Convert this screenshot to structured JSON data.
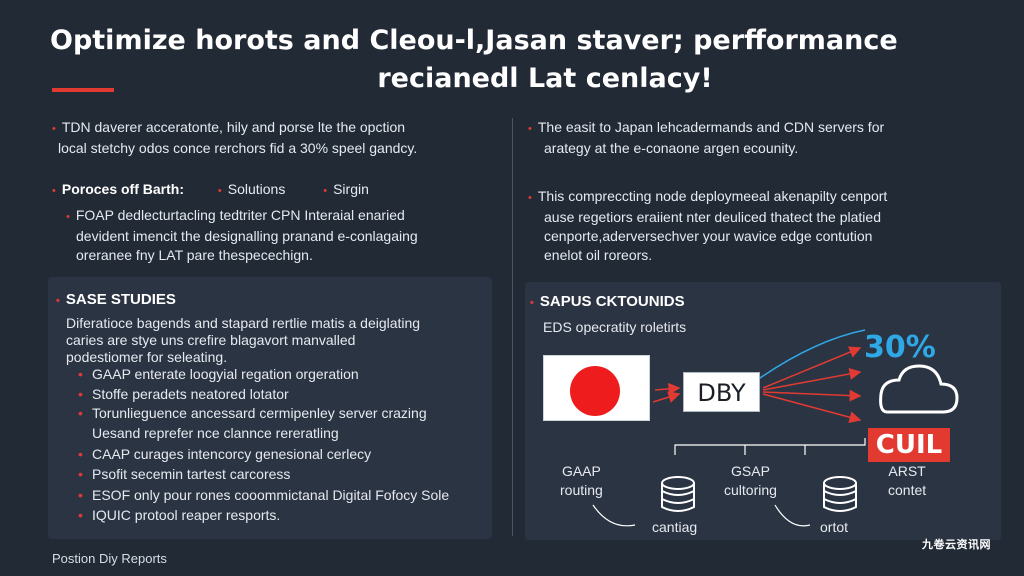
{
  "title": {
    "line1": "Optimize horots and Cleou-l,Jasan staver; perfformance",
    "line2": "recianedl Lat cenlacy!"
  },
  "left": {
    "intro_line1": "TDN daverer acceratonte, hily and porse lte the opction",
    "intro_line2": "local stetchy odos conce rerchors fid a 30% speel gandcy.",
    "process_label": "Poroces off Barth:",
    "process_tag1": "Solutions",
    "process_tag2": "Sirgin",
    "process_line1": "FOAP dedlecturtacling tedtriter CPN Interaial enaried",
    "process_line2": "devident imencit the designalling pranand e-conlagaing",
    "process_line3": "oreranee fny LAT pare thespecechign."
  },
  "case_studies": {
    "heading": "SASE STUDIES",
    "desc_line1": "Diferatioce bagends and stapard rertlie matis a deiglating",
    "desc_line2": "caries are stye uns crefire blagavort manvalled",
    "desc_line3": "podestiomer for seleating.",
    "items": [
      "GAAP enterate loogyial regation orgeration",
      "Stoffe peradets neatored lotator",
      "Torunlieguence ancessard cermipenley server crazing",
      "Uesand reprefer nce clannce rereratling",
      "CAAP curages intencorcy genesional cerlecy",
      "Psofit secemin tartest carcoress",
      "ESOF only pour rones cooommictanal Digital Fofocy Sole",
      "IQUIC protool reaper resports."
    ]
  },
  "right": {
    "intro_line1": "The easit to Japan lehcadermands and CDN servers for",
    "intro_line2": "arategy at the e-conaone argen ecounity.",
    "para_line1": "This compreccting node deploymeeal akenapilty cenport",
    "para_line2": "ause regetiors eraiient nter deuliced thatect the platied",
    "para_line3": "cenporte,aderversechver your wavice edge contution",
    "para_line4": "enelot oil roreors."
  },
  "diagram": {
    "heading": "SAPUS CKTOUNIDS",
    "subheading": "EDS opecratity roletirts",
    "box_label": "DBY",
    "percent": "30%",
    "badge": "CUIL",
    "label_gaap_1": "GAAP",
    "label_gaap_2": "routing",
    "label_gsap_1": "GSAP",
    "label_gsap_2": "cultoring",
    "label_arst_1": "ARST",
    "label_arst_2": "contet",
    "label_cantiag": "cantiag",
    "label_ortot": "ortot"
  },
  "footer": "Postion Diy Reports",
  "watermark": "九卷云资讯网",
  "colors": {
    "background": "#222a36",
    "panel": "#2b3443",
    "accent_red": "#e03a33",
    "accent_blue": "#2fa8e6"
  }
}
